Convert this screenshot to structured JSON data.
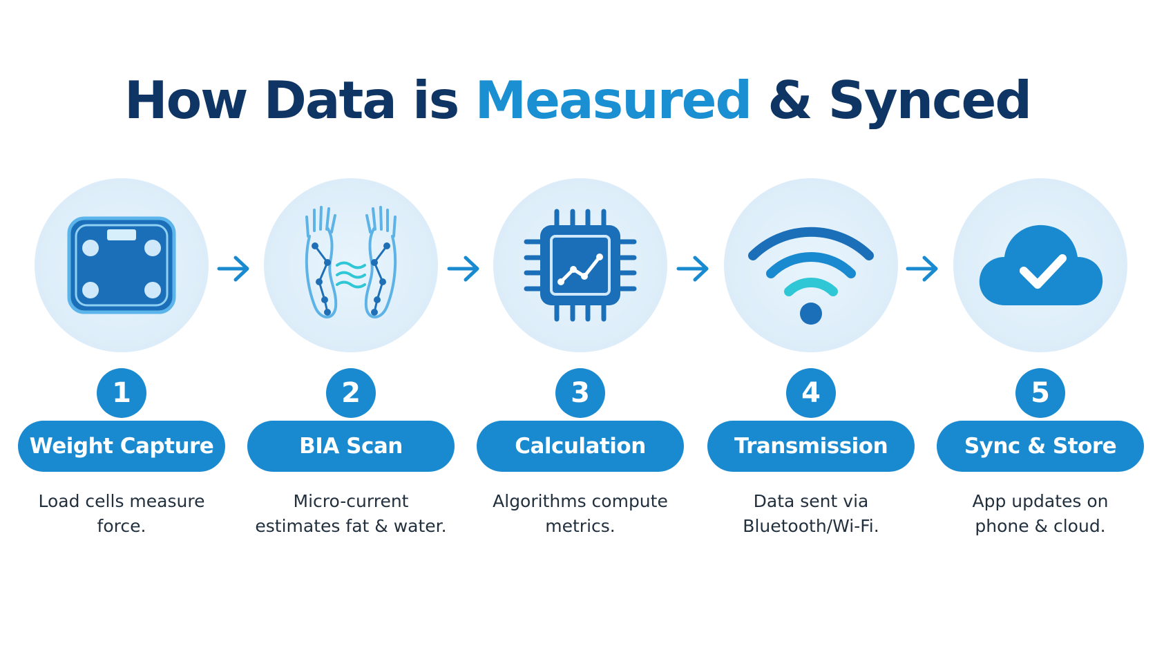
{
  "title": {
    "part1": "How Data is ",
    "highlight": "Measured",
    "part2": " & Synced"
  },
  "colors": {
    "title_dark": "#0f3564",
    "accent": "#1a8fd2",
    "pill": "#1a8ad0",
    "circle_bg": "#dcedf9",
    "teal": "#2fc6d6"
  },
  "steps": [
    {
      "number": "1",
      "label": "Weight Capture",
      "desc_line1": "Load cells measure",
      "desc_line2": "force.",
      "icon": "scale-icon"
    },
    {
      "number": "2",
      "label": "BIA Scan",
      "desc_line1": "Micro-current",
      "desc_line2": "estimates fat & water.",
      "icon": "feet-icon"
    },
    {
      "number": "3",
      "label": "Calculation",
      "desc_line1": "Algorithms compute",
      "desc_line2": "metrics.",
      "icon": "chip-icon"
    },
    {
      "number": "4",
      "label": "Transmission",
      "desc_line1": "Data sent via",
      "desc_line2": "Bluetooth/Wi-Fi.",
      "icon": "wifi-icon"
    },
    {
      "number": "5",
      "label": "Sync & Store",
      "desc_line1": "App updates on",
      "desc_line2": "phone & cloud.",
      "icon": "cloud-check-icon"
    }
  ]
}
